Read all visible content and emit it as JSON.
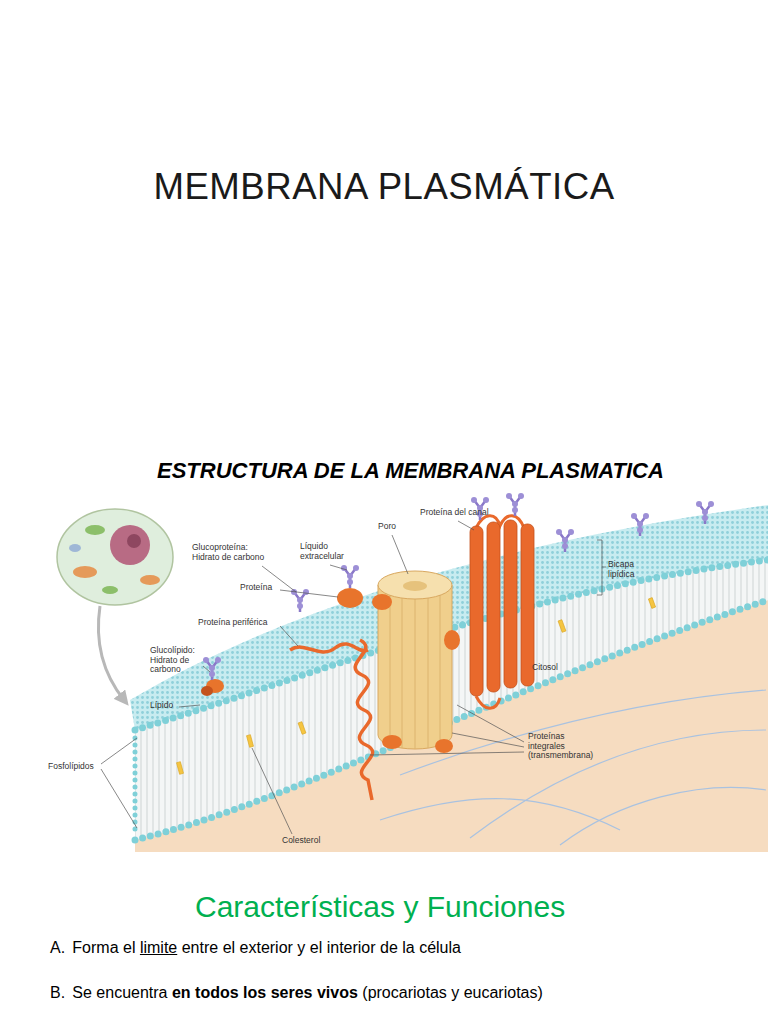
{
  "diagram": {
    "title": "MEMBRANA PLASMÁTICA",
    "labels": [
      "ESTRUCTURA DE LA MEMBRANA PLASMATICA",
      "Poro",
      "Proteína del canal",
      "Glucoproteína: Hidrato de carbono",
      "Líquido extracelular",
      "Bicapa lipídica",
      "Proteína",
      "Proteína periférica",
      "Glucolípido: Hidrato de carbono",
      "Lípido",
      "Citosol",
      "Proteínas integrales (transmembrana)",
      "Fosfolípidos",
      "Colesterol",
      "Características y Funciones",
      "A.",
      "Forma el",
      "limite",
      "entre el exterior y el interior de la célula",
      "B.",
      "Se encuentra",
      "en todos los seres vivos",
      "(procariotas y eucariotas)"
    ]
  }
}
